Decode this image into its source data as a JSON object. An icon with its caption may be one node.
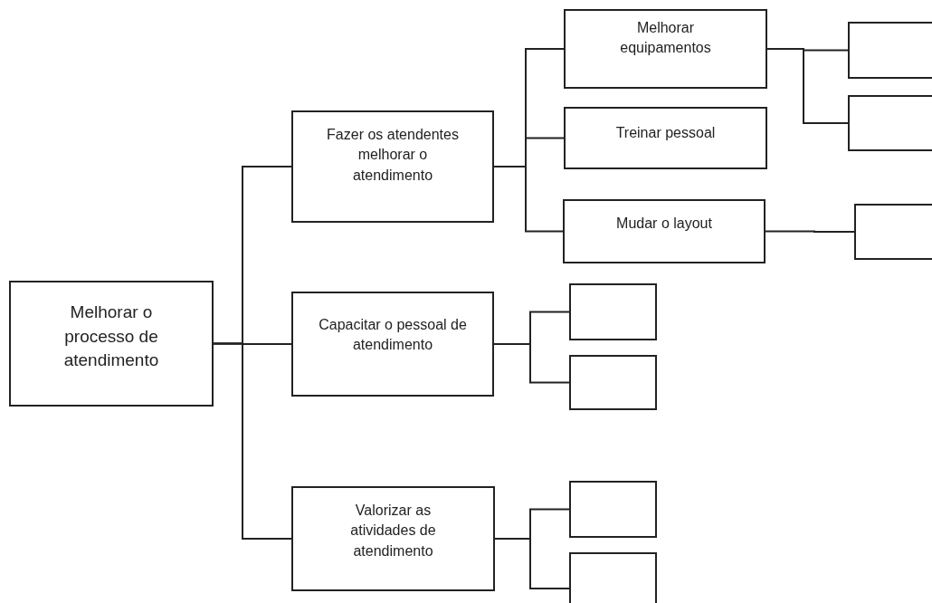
{
  "diagram": {
    "nodes": [
      {
        "text": [
          "Melhorar o processo de atendimento"
        ]
      },
      {
        "text": [
          "Fazer os atendentes melhorar o atendimento"
        ]
      },
      {
        "text": [
          "Melhorar equipamentos"
        ]
      },
      {
        "text": [],
        "shape": "box"
      },
      {
        "text": [],
        "shape": "box"
      },
      {
        "text": [
          "Treinar pessoal"
        ]
      },
      {
        "text": [
          "Mudar o layout"
        ]
      },
      {
        "text": [],
        "shape": "box"
      },
      {
        "text": [
          "Capacitar o pessoal de atendimento"
        ]
      },
      {
        "text": [],
        "shape": "box"
      },
      {
        "text": [],
        "shape": "box"
      },
      {
        "text": [
          "Valorizar as atividades de atendimento"
        ]
      },
      {
        "text": [],
        "shape": "box"
      },
      {
        "text": [],
        "shape": "box"
      }
    ],
    "edges": [
      {
        "from": 0,
        "to": 1,
        "arrow": "none"
      },
      {
        "from": 0,
        "to": 8,
        "arrow": "none"
      },
      {
        "from": 0,
        "to": 11,
        "arrow": "none"
      },
      {
        "from": 1,
        "to": 2,
        "arrow": "none"
      },
      {
        "from": 1,
        "to": 5,
        "arrow": "none"
      },
      {
        "from": 1,
        "to": 6,
        "arrow": "none"
      },
      {
        "from": 2,
        "to": 3,
        "arrow": "none"
      },
      {
        "from": 2,
        "to": 4,
        "arrow": "none"
      },
      {
        "from": 6,
        "to": 7,
        "arrow": "none"
      },
      {
        "from": 8,
        "to": 9,
        "arrow": "none"
      },
      {
        "from": 8,
        "to": 10,
        "arrow": "none"
      },
      {
        "from": 11,
        "to": 12,
        "arrow": "none"
      },
      {
        "from": 11,
        "to": 13,
        "arrow": "none"
      }
    ]
  }
}
